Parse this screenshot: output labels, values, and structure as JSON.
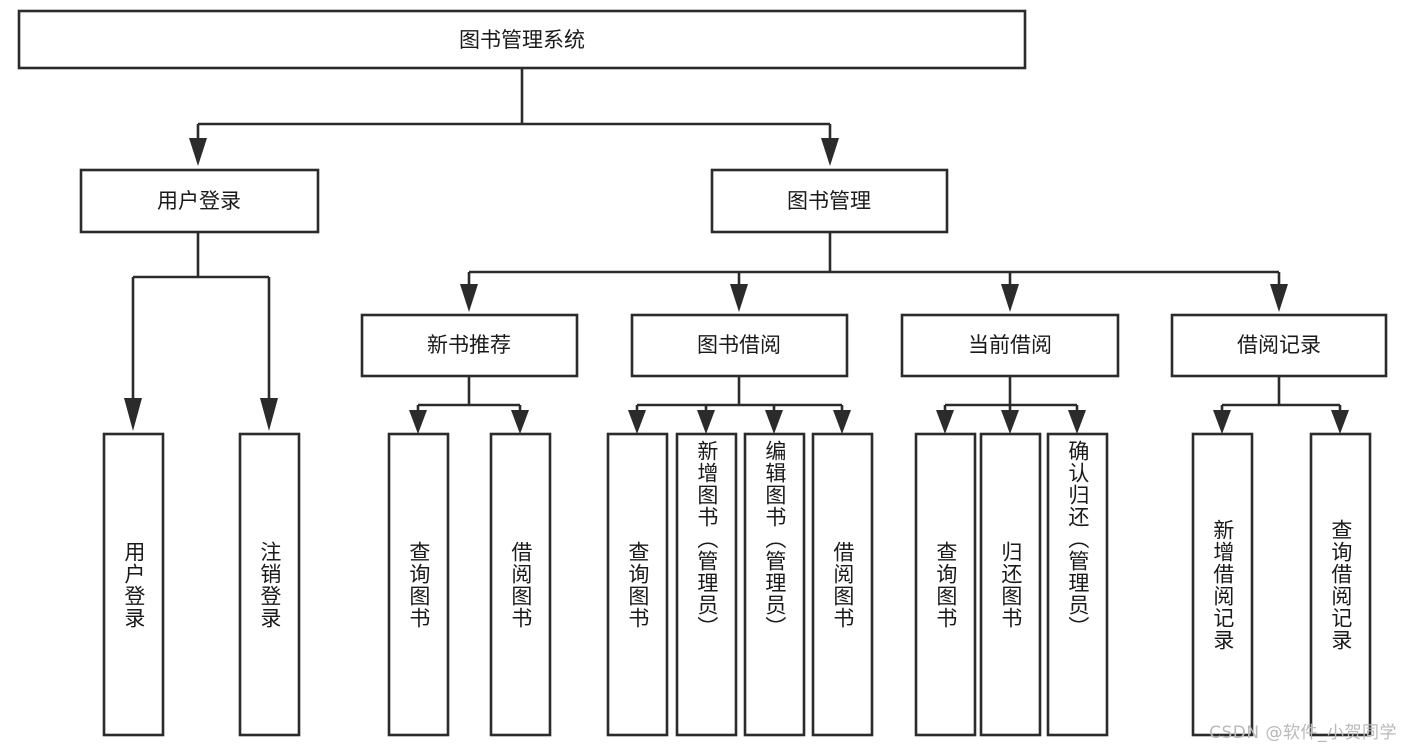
{
  "diagram": {
    "title": "图书管理系统",
    "type": "tree",
    "orientation": "top-down",
    "colors": {
      "box_stroke": "#2b2b2b",
      "box_fill": "#ffffff",
      "connector": "#2b2b2b",
      "text": "#1a1a1a",
      "watermark": "#b9b9b9",
      "background": "#ffffff"
    },
    "root": {
      "id": "root",
      "label": "图书管理系统"
    },
    "level2": [
      {
        "id": "user-login",
        "label": "用户登录"
      },
      {
        "id": "book-manage",
        "label": "图书管理"
      }
    ],
    "level3": [
      {
        "id": "new-book-recommend",
        "label": "新书推荐",
        "parent": "book-manage"
      },
      {
        "id": "book-borrow",
        "label": "图书借阅",
        "parent": "book-manage"
      },
      {
        "id": "current-borrow",
        "label": "当前借阅",
        "parent": "book-manage"
      },
      {
        "id": "borrow-record",
        "label": "借阅记录",
        "parent": "book-manage"
      }
    ],
    "leaves": {
      "user-login": [
        {
          "id": "leaf-user-login",
          "label": "用户登录"
        },
        {
          "id": "leaf-user-logout",
          "label": "注销登录"
        }
      ],
      "new-book-recommend": [
        {
          "id": "leaf-query-book-1",
          "label": "查询图书"
        },
        {
          "id": "leaf-borrow-book-1",
          "label": "借阅图书"
        }
      ],
      "book-borrow": [
        {
          "id": "leaf-query-book-2",
          "label": "查询图书"
        },
        {
          "id": "leaf-add-book",
          "label": "新增图书（管理员）"
        },
        {
          "id": "leaf-edit-book",
          "label": "编辑图书（管理员）"
        },
        {
          "id": "leaf-borrow-book-2",
          "label": "借阅图书"
        }
      ],
      "current-borrow": [
        {
          "id": "leaf-query-book-3",
          "label": "查询图书"
        },
        {
          "id": "leaf-return-book",
          "label": "归还图书"
        },
        {
          "id": "leaf-confirm-return",
          "label": "确认归还（管理员）"
        }
      ],
      "borrow-record": [
        {
          "id": "leaf-add-record",
          "label": "新增借阅记录"
        },
        {
          "id": "leaf-query-record",
          "label": "查询借阅记录"
        }
      ]
    },
    "watermark": "CSDN @软件_小贺同学"
  }
}
